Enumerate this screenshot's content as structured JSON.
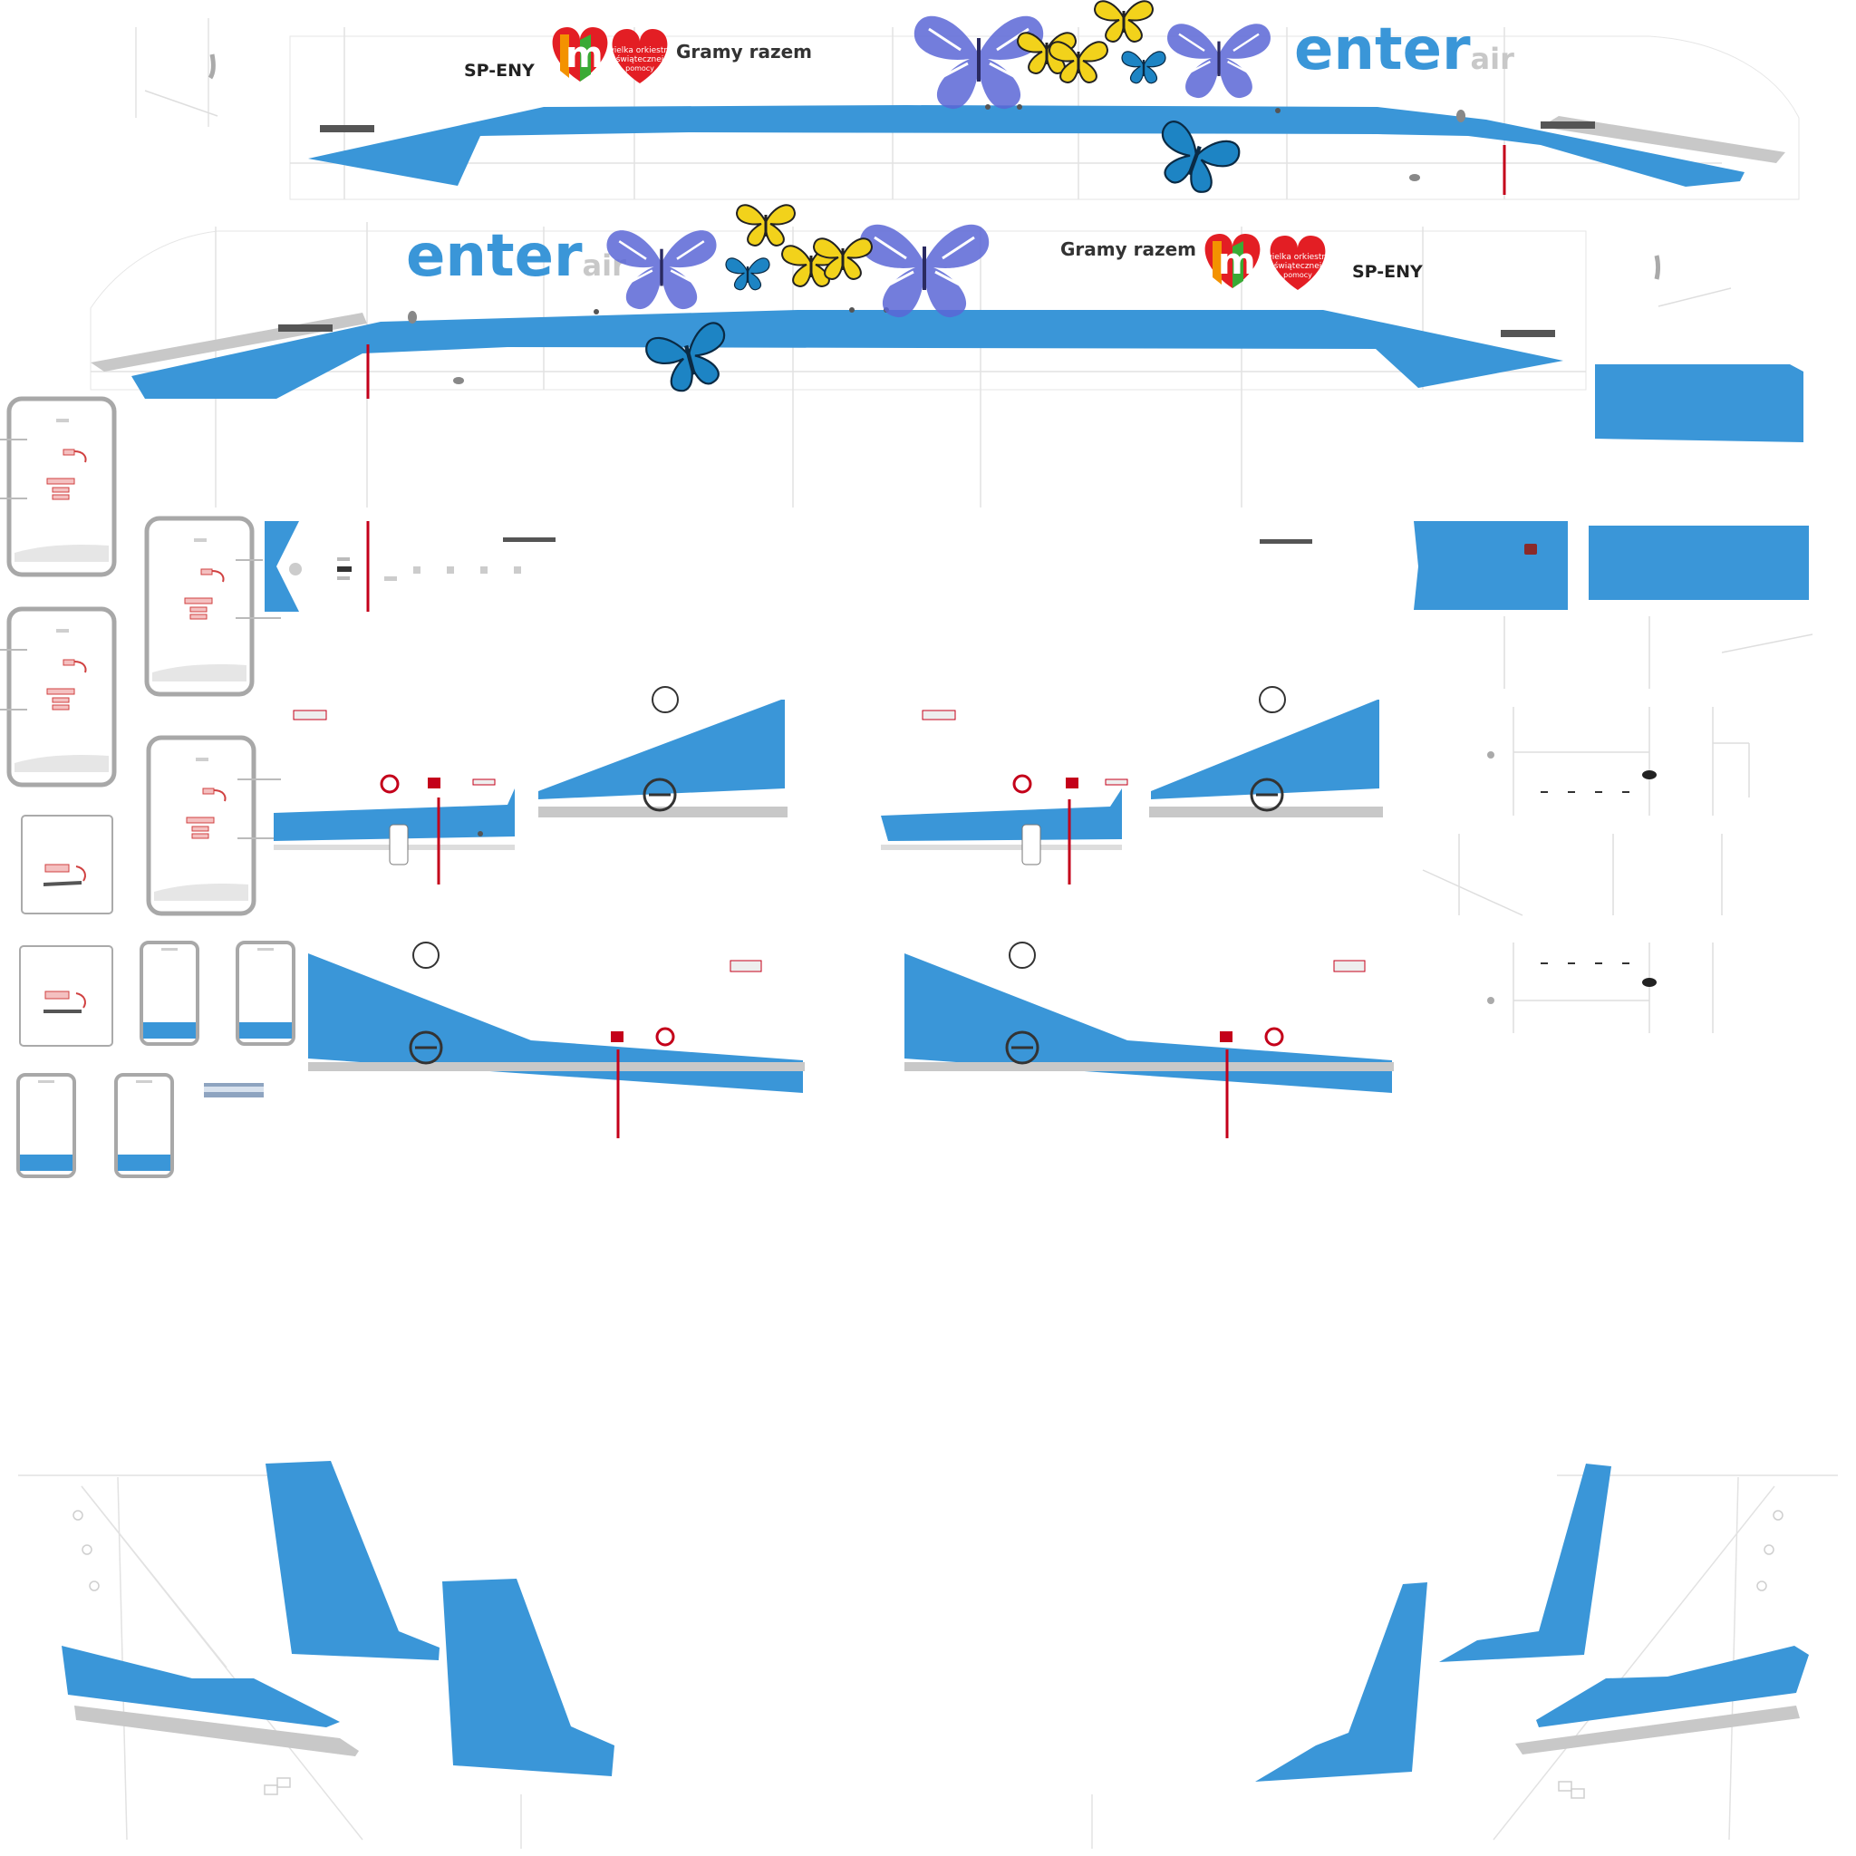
{
  "livery": {
    "registration": "SP-ENY",
    "slogan": "Gramy razem",
    "brand_main": "enter",
    "brand_suffix": "air",
    "charity_line1": "wielka orkiestra",
    "charity_line2": "świątecznej",
    "charity_line3": "pomocy",
    "charity_mark": "m"
  },
  "colors": {
    "brand_blue": "#3a96d8",
    "brand_grey": "#c8c8c8",
    "panel_line": "#e2e2e2",
    "heart_red": "#e31e24",
    "heart_orange": "#f39200",
    "heart_green": "#3aaa35",
    "warning_red": "#c4001a",
    "butterfly_blue": "#4a55c8",
    "butterfly_yellow": "#f2d21b",
    "butterfly_teal": "#1d84c4"
  },
  "icons": {
    "heart": "charity-heart-icon",
    "butterfly": "butterfly-icon",
    "no_step": "no-step-icon",
    "extinguisher": "extinguisher-icon"
  }
}
